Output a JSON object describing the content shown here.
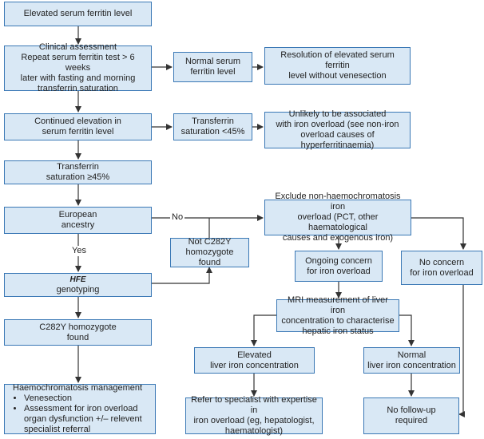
{
  "nodes": {
    "elevated": "Elevated serum ferritin level",
    "clinical": [
      "Clinical assessment",
      "Repeat serum ferritin test > 6 weeks",
      "later with fasting and morning",
      "transferrin saturation"
    ],
    "normal_ferritin": [
      "Normal serum",
      "ferritin level"
    ],
    "resolution": [
      "Resolution of elevated serum ferritin",
      "level without venesection"
    ],
    "continued": [
      "Continued elevation in",
      "serum ferritin level"
    ],
    "ts_low": [
      "Transferrin",
      "saturation <45%"
    ],
    "unlikely": [
      "Unlikely to be associated",
      "with iron overload (see non-iron",
      "overload causes of hyperferritinaemia)"
    ],
    "ts_high": [
      "Transferrin",
      "saturation ≥45%"
    ],
    "european": [
      "European",
      "ancestry"
    ],
    "exclude": [
      "Exclude non-haemochromatosis iron",
      "overload (PCT, other haematological",
      "causes and exogenous iron)"
    ],
    "not_c282y": [
      "Not C282Y",
      "homozygote found"
    ],
    "ongoing": [
      "Ongoing concern",
      "for iron overload"
    ],
    "no_concern": [
      "No concern",
      "for iron overload"
    ],
    "hfe": {
      "gene": "HFE",
      "rest": "genotyping"
    },
    "mri": [
      "MRI measurement of liver iron",
      "concentration to characterise",
      "hepatic iron status"
    ],
    "c282y": [
      "C282Y homozygote",
      "found"
    ],
    "elevated_liver": [
      "Elevated",
      "liver iron concentration"
    ],
    "normal_liver": [
      "Normal",
      "liver iron concentration"
    ],
    "management": {
      "title": "Haemochromatosis management",
      "items": [
        "Venesection",
        "Assessment for iron overload organ dysfunction +/– relevent specialist referral"
      ]
    },
    "refer": [
      "Refer to specialist with expertise in",
      "iron overload (eg, hepatologist,",
      "haematologist)"
    ],
    "no_followup": [
      "No follow-up",
      "required"
    ]
  },
  "labels": {
    "no": "No",
    "yes": "Yes"
  },
  "colors": {
    "box_fill": "#d9e8f5",
    "box_border": "#3a78b5",
    "arrow": "#333333"
  }
}
